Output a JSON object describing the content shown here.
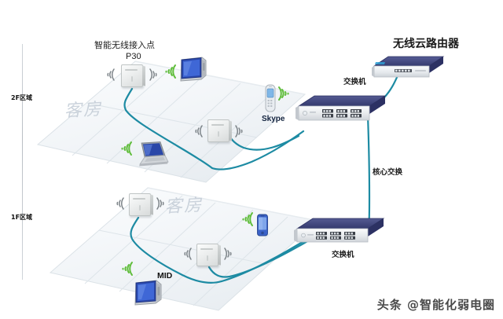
{
  "diagram": {
    "title_top_right": "无线云路由器",
    "ap_label_line1": "智能无线接入点",
    "ap_label_line2": "P30",
    "switch_upper_label": "交换机",
    "switch_lower_label": "交换机",
    "core_switch_label": "核心交换",
    "skype_label": "Skype",
    "mid_label": "MID",
    "zone_2f": "2F区域",
    "zone_1f": "1F区域",
    "room_watermark_2f": "客房",
    "room_watermark_1f": "客房",
    "site_watermark": "头条 @智能化弱电圈"
  },
  "colors": {
    "cable": "#1d8ba3",
    "cable_light": "#2fa8c0",
    "device_navy": "#3a3f78",
    "device_panel": "#e8eaec",
    "wifi_green": "#5fbd3a",
    "floor_fill": "#f3f6f8",
    "floor_line": "#d5dce2",
    "text_dark": "#1a1a1a",
    "watermark_grey": "#c3ccd6"
  },
  "devices": [
    {
      "id": "router-cloud",
      "type": "router",
      "label": "无线云路由器",
      "floor": "top"
    },
    {
      "id": "switch-upper",
      "type": "switch",
      "label": "交换机",
      "floor": "2F"
    },
    {
      "id": "switch-lower",
      "type": "switch",
      "label": "交换机",
      "floor": "1F"
    },
    {
      "id": "ap-2f-a",
      "type": "ap",
      "label": "P30",
      "floor": "2F"
    },
    {
      "id": "ap-2f-b",
      "type": "ap",
      "label": "",
      "floor": "2F"
    },
    {
      "id": "ap-1f-a",
      "type": "ap",
      "label": "",
      "floor": "1F"
    },
    {
      "id": "ap-1f-b",
      "type": "ap",
      "label": "",
      "floor": "1F"
    },
    {
      "id": "tablet-2f",
      "type": "tablet",
      "label": "",
      "floor": "2F"
    },
    {
      "id": "laptop-2f",
      "type": "laptop",
      "label": "",
      "floor": "2F"
    },
    {
      "id": "phone-skype",
      "type": "phone",
      "label": "Skype",
      "floor": "2F"
    },
    {
      "id": "phone-1f",
      "type": "phone",
      "label": "",
      "floor": "1F"
    },
    {
      "id": "tablet-mid",
      "type": "tablet",
      "label": "MID",
      "floor": "1F"
    }
  ],
  "links": [
    {
      "from": "ap-2f-a",
      "to": "switch-upper",
      "label": ""
    },
    {
      "from": "ap-2f-b",
      "to": "switch-upper",
      "label": ""
    },
    {
      "from": "switch-upper",
      "to": "router-cloud",
      "label": ""
    },
    {
      "from": "switch-upper",
      "to": "switch-lower",
      "label": "核心交换"
    },
    {
      "from": "ap-1f-a",
      "to": "switch-lower",
      "label": ""
    },
    {
      "from": "ap-1f-b",
      "to": "switch-lower",
      "label": ""
    }
  ]
}
